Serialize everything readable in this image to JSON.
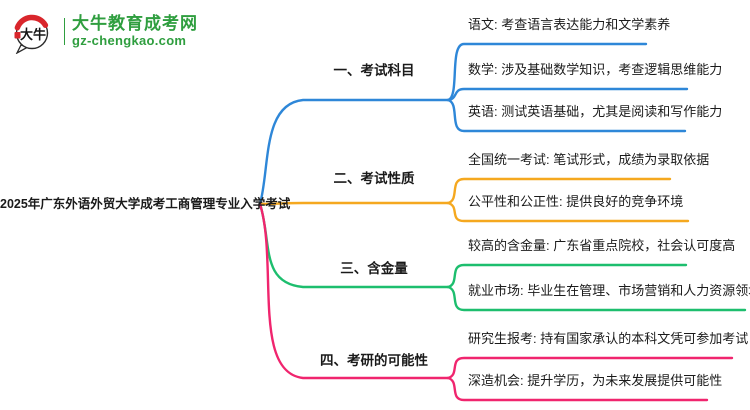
{
  "logo": {
    "icon_text": "大牛",
    "title": "大牛教育成考网",
    "url": "gz-chengkao.com"
  },
  "colors": {
    "blue": "#2E87D8",
    "orange": "#F5A81F",
    "green": "#1DBE6E",
    "pink": "#F0256E",
    "logo_green": "#2F9E3F",
    "logo_red": "#D9262C",
    "text": "#1A1A1A"
  },
  "central_topic": "2025年广东外语外贸大学成考工商管理专业入学考试",
  "branches": [
    {
      "label": "一、考试科目",
      "color": "#2E87D8",
      "children": [
        "语文: 考查语言表达能力和文学素养",
        "数学: 涉及基础数学知识，考查逻辑思维能力",
        "英语: 测试英语基础，尤其是阅读和写作能力"
      ]
    },
    {
      "label": "二、考试性质",
      "color": "#F5A81F",
      "children": [
        "全国统一考试: 笔试形式，成绩为录取依据",
        "公平性和公正性: 提供良好的竞争环境"
      ]
    },
    {
      "label": "三、含金量",
      "color": "#1DBE6E",
      "children": [
        "较高的含金量: 广东省重点院校，社会认可度高",
        "就业市场: 毕业生在管理、市场营销和人力资源领域具竞争力"
      ]
    },
    {
      "label": "四、考研的可能性",
      "color": "#F0256E",
      "children": [
        "研究生报考: 持有国家承认的本科文凭可参加考试",
        "深造机会: 提升学历，为未来发展提供可能性"
      ]
    }
  ]
}
